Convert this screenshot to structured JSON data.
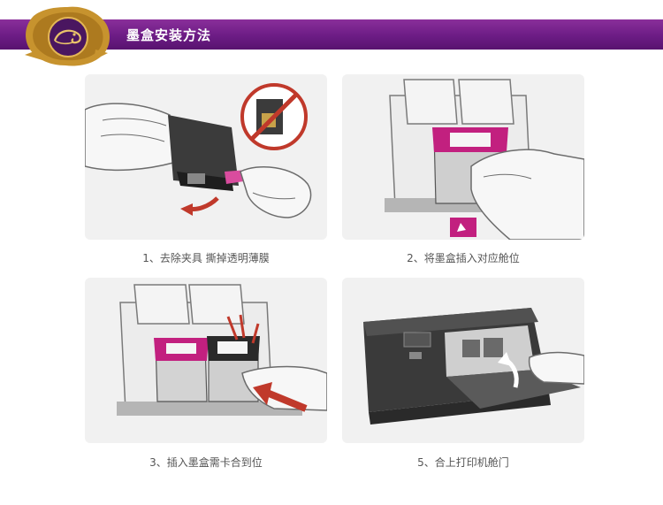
{
  "header": {
    "title": "墨盒安装方法",
    "seal_icon": "chameleon-seal-icon",
    "accent_color": "#6c1c85",
    "seal_color": "#c7932e"
  },
  "steps": [
    {
      "caption": "1、去除夹具  撕掉透明薄膜",
      "icon": "remove-tape-illustration"
    },
    {
      "caption": "2、将墨盒插入对应舱位",
      "icon": "insert-cartridge-illustration"
    },
    {
      "caption": "3、插入墨盒需卡合到位",
      "icon": "snap-cartridge-illustration"
    },
    {
      "caption": "5、合上打印机舱门",
      "icon": "close-printer-door-illustration"
    }
  ]
}
